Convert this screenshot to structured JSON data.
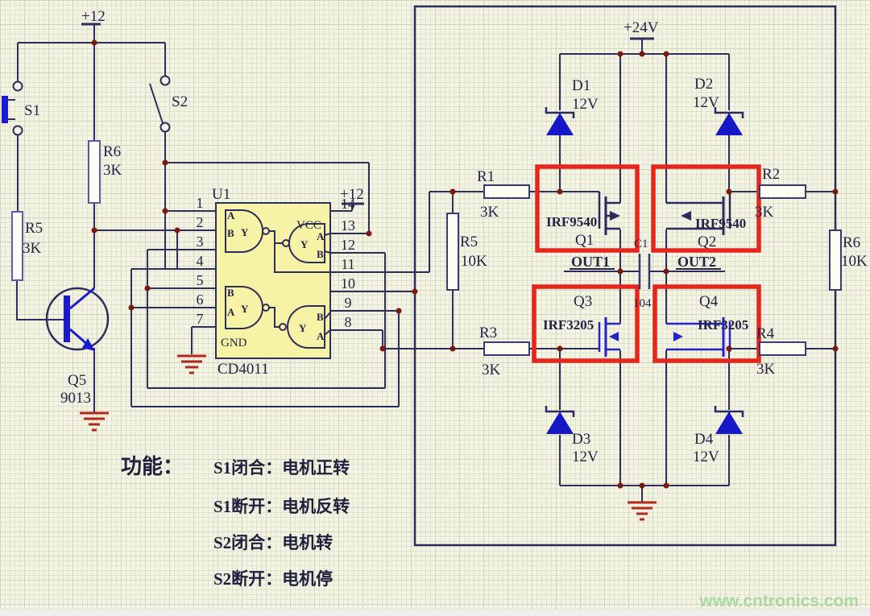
{
  "power_labels": {
    "left_rail": "+12",
    "ic_pin14": "+12",
    "bridge": "+24V"
  },
  "switches": [
    {
      "ref": "S1"
    },
    {
      "ref": "S2"
    }
  ],
  "left_parts": {
    "r6": {
      "ref": "R6",
      "value": "3K"
    },
    "r5": {
      "ref": "R5",
      "value": "3K"
    },
    "q5": {
      "ref": "Q5",
      "value": "9013"
    }
  },
  "ic": {
    "ref": "U1",
    "part": "CD4011",
    "vcc": "VCC",
    "gnd": "GND",
    "pins_left": [
      "1",
      "2",
      "3",
      "4",
      "5",
      "6",
      "7"
    ],
    "pins_right": [
      "14",
      "13",
      "12",
      "11",
      "10",
      "9",
      "8"
    ],
    "gate_labels": {
      "a": "A",
      "b": "B",
      "y": "Y"
    }
  },
  "bridge": {
    "diodes": [
      {
        "ref": "D1",
        "value": "12V"
      },
      {
        "ref": "D2",
        "value": "12V"
      },
      {
        "ref": "D3",
        "value": "12V"
      },
      {
        "ref": "D4",
        "value": "12V"
      }
    ],
    "mosfets": [
      {
        "ref": "Q1",
        "part": "IRF9540"
      },
      {
        "ref": "Q2",
        "part": "IRF9540"
      },
      {
        "ref": "Q3",
        "part": "IRF3205"
      },
      {
        "ref": "Q4",
        "part": "IRF3205"
      }
    ],
    "resistors": [
      {
        "ref": "R1",
        "value": "3K"
      },
      {
        "ref": "R2",
        "value": "3K"
      },
      {
        "ref": "R3",
        "value": "3K"
      },
      {
        "ref": "R4",
        "value": "3K"
      },
      {
        "ref": "R5",
        "value": "10K"
      },
      {
        "ref": "R6",
        "value": "10K"
      }
    ],
    "capacitor": {
      "ref": "C1",
      "value": "104"
    },
    "outputs": [
      "OUT1",
      "OUT2"
    ]
  },
  "notes": {
    "heading": "功能：",
    "lines": [
      "S1闭合：电机正转",
      "S1断开：电机反转",
      "S2闭合：电机转",
      "S2断开：电机停"
    ]
  },
  "watermark": "www.cntronics.com",
  "colors": {
    "wire": "#2e2e5a",
    "highlight_box": "#e6251c",
    "device_blue": "#1a1ad0",
    "junction_dot": "#7c190f",
    "ground_red": "#b3271c",
    "ic_fill": "#f7f3a6"
  }
}
